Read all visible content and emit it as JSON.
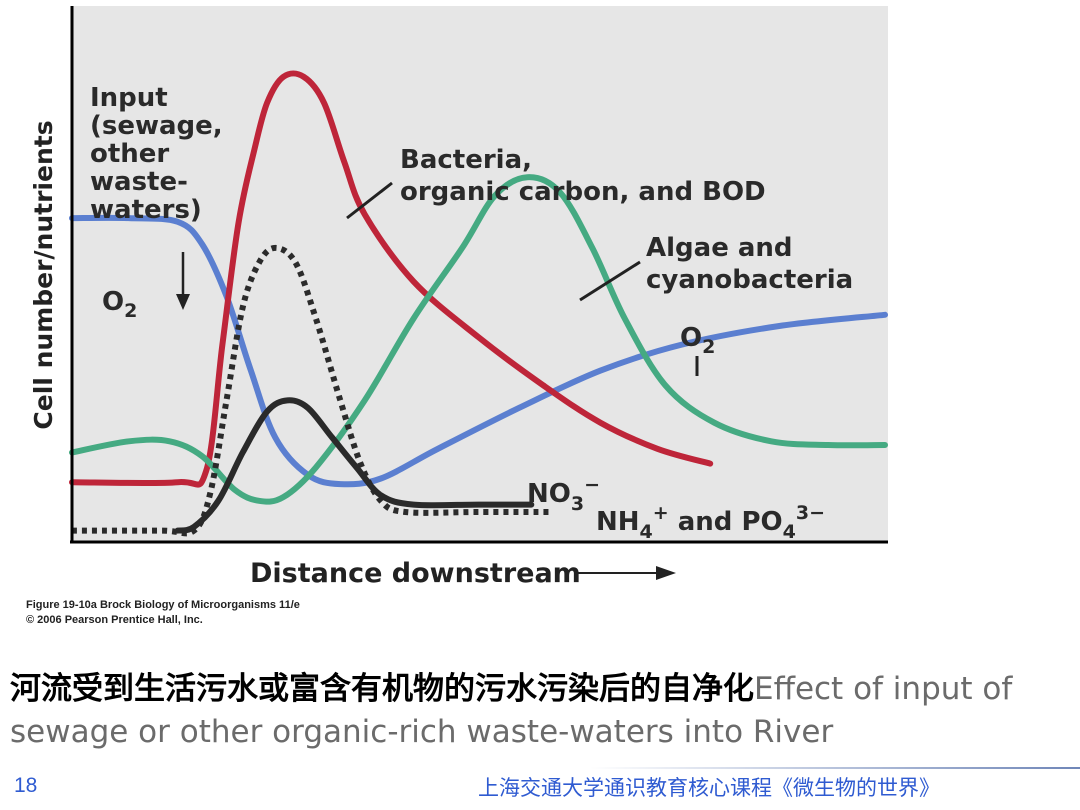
{
  "chart_data": {
    "type": "line",
    "ylabel": "Cell number/nutrients",
    "xlabel": "Distance downstream",
    "x_arrow": "→",
    "xlim": [
      0,
      100
    ],
    "ylim": [
      0,
      100
    ],
    "grid": false,
    "annotations": {
      "input": [
        "Input",
        "(sewage,",
        "other",
        "waste-",
        "waters)"
      ],
      "o2_left": "O",
      "o2_right": "O",
      "o2_sub": "2",
      "bacteria": [
        "Bacteria,",
        "organic carbon, and BOD"
      ],
      "algae": [
        "Algae and",
        "cyanobacteria"
      ],
      "no3": "NO",
      "no3_sub": "3",
      "no3_sup": "−",
      "nh4": "NH",
      "nh4_sub": "4",
      "nh4_sup": "+",
      "and_po4": " and PO",
      "po4_sub": "4",
      "po4_sup": "3−"
    },
    "series": [
      {
        "key": "o2",
        "color": "#5b7fd0",
        "dashed": false,
        "points": [
          [
            0,
            79
          ],
          [
            7,
            79
          ],
          [
            13,
            78
          ],
          [
            16,
            72
          ],
          [
            19,
            58
          ],
          [
            22,
            38
          ],
          [
            25,
            20
          ],
          [
            29,
            10
          ],
          [
            33,
            7.5
          ],
          [
            38,
            9
          ],
          [
            45,
            17
          ],
          [
            55,
            28
          ],
          [
            65,
            38
          ],
          [
            75,
            45
          ],
          [
            87,
            50
          ],
          [
            100,
            53
          ]
        ]
      },
      {
        "key": "bacteria",
        "color": "#be2539",
        "dashed": false,
        "points": [
          [
            0,
            8
          ],
          [
            13,
            8
          ],
          [
            16.5,
            11
          ],
          [
            18.5,
            45
          ],
          [
            20.5,
            78
          ],
          [
            22.5,
            98
          ],
          [
            24,
            110
          ],
          [
            26,
            117
          ],
          [
            28.5,
            117
          ],
          [
            31,
            110
          ],
          [
            33.5,
            94
          ],
          [
            36,
            80
          ],
          [
            42,
            62
          ],
          [
            50,
            47
          ],
          [
            58,
            34
          ],
          [
            65,
            24
          ],
          [
            72,
            17
          ],
          [
            78.5,
            13
          ]
        ]
      },
      {
        "key": "algae",
        "color": "#45aa82",
        "dashed": false,
        "points": [
          [
            0,
            16
          ],
          [
            7,
            19
          ],
          [
            12,
            19
          ],
          [
            16,
            15
          ],
          [
            20,
            6
          ],
          [
            23,
            3
          ],
          [
            26,
            4
          ],
          [
            30,
            12
          ],
          [
            36,
            30
          ],
          [
            42,
            52
          ],
          [
            48,
            71
          ],
          [
            52,
            85
          ],
          [
            56,
            90
          ],
          [
            60,
            86
          ],
          [
            64,
            71
          ],
          [
            68,
            52
          ],
          [
            73,
            34
          ],
          [
            79,
            24
          ],
          [
            86,
            19
          ],
          [
            93,
            18
          ],
          [
            100,
            18
          ]
        ]
      },
      {
        "key": "dotted",
        "color": "#2b2b2b",
        "dashed": true,
        "points": [
          [
            0,
            -5
          ],
          [
            11,
            -5
          ],
          [
            15,
            -5
          ],
          [
            17,
            5
          ],
          [
            19,
            30
          ],
          [
            21,
            55
          ],
          [
            23,
            67
          ],
          [
            25,
            71
          ],
          [
            27.5,
            67
          ],
          [
            30,
            52
          ],
          [
            33,
            30
          ],
          [
            35.5,
            13
          ],
          [
            38,
            3
          ],
          [
            41,
            0
          ],
          [
            50,
            0
          ],
          [
            59,
            0
          ]
        ]
      },
      {
        "key": "nutrients",
        "color": "#2a2a2a",
        "dashed": false,
        "points": [
          [
            13,
            -5
          ],
          [
            15,
            -4
          ],
          [
            18,
            3
          ],
          [
            21,
            16
          ],
          [
            24,
            27
          ],
          [
            26.5,
            30
          ],
          [
            29,
            28
          ],
          [
            32,
            20
          ],
          [
            35,
            12
          ],
          [
            38,
            4.5
          ],
          [
            42,
            2
          ],
          [
            50,
            2
          ],
          [
            56.5,
            2
          ]
        ]
      }
    ],
    "citation": [
      "Figure 19-10a  Brock Biology of Microorganisms 11/e",
      "© 2006 Pearson Prentice Hall, Inc."
    ]
  },
  "caption": {
    "zh": "河流受到生活污水或富含有机物的污水污染后的自净化",
    "en": "Effect of input of sewage or other organic-rich waste-waters into River"
  },
  "footer": {
    "page_number": "18",
    "course": "上海交通大学通识教育核心课程《微生物的世界》"
  }
}
